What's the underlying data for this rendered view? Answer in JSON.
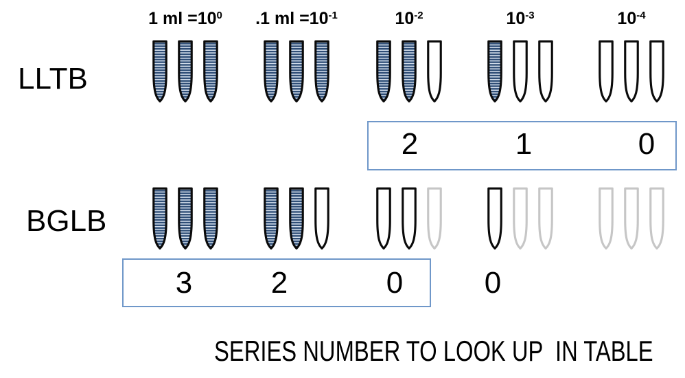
{
  "caption": "SERIES NUMBER TO LOOK UP  IN TABLE",
  "dilutions": [
    {
      "prefix": "1 ml =10",
      "exponent": "0"
    },
    {
      "prefix": ".1 ml =10",
      "exponent": "-1"
    },
    {
      "prefix": "10",
      "exponent": "-2"
    },
    {
      "prefix": "10",
      "exponent": "-3"
    },
    {
      "prefix": "10",
      "exponent": "-4"
    }
  ],
  "rows": [
    {
      "label": "LLTB",
      "tubes": [
        [
          "positive",
          "positive",
          "positive"
        ],
        [
          "positive",
          "positive",
          "positive"
        ],
        [
          "positive",
          "positive",
          "negative"
        ],
        [
          "positive",
          "negative",
          "negative"
        ],
        [
          "negative",
          "negative",
          "negative"
        ]
      ],
      "series_numbers": [
        "2",
        "1",
        "0"
      ]
    },
    {
      "label": "BGLB",
      "tubes": [
        [
          "positive",
          "positive",
          "positive"
        ],
        [
          "positive",
          "positive",
          "negative"
        ],
        [
          "negative",
          "negative",
          "ghost"
        ],
        [
          "negative",
          "ghost",
          "ghost"
        ],
        [
          "ghost",
          "ghost",
          "ghost"
        ]
      ],
      "series_numbers": [
        "3",
        "2",
        "0"
      ],
      "extra_number": "0"
    }
  ],
  "colors": {
    "stripe_dark": "#2e4d76",
    "stripe_light": "#dce6f2",
    "tube_outline": "#0a0a0a",
    "ghost_outline": "#c6c6c6",
    "box_border": "#6f97c9",
    "text": "#000000"
  }
}
